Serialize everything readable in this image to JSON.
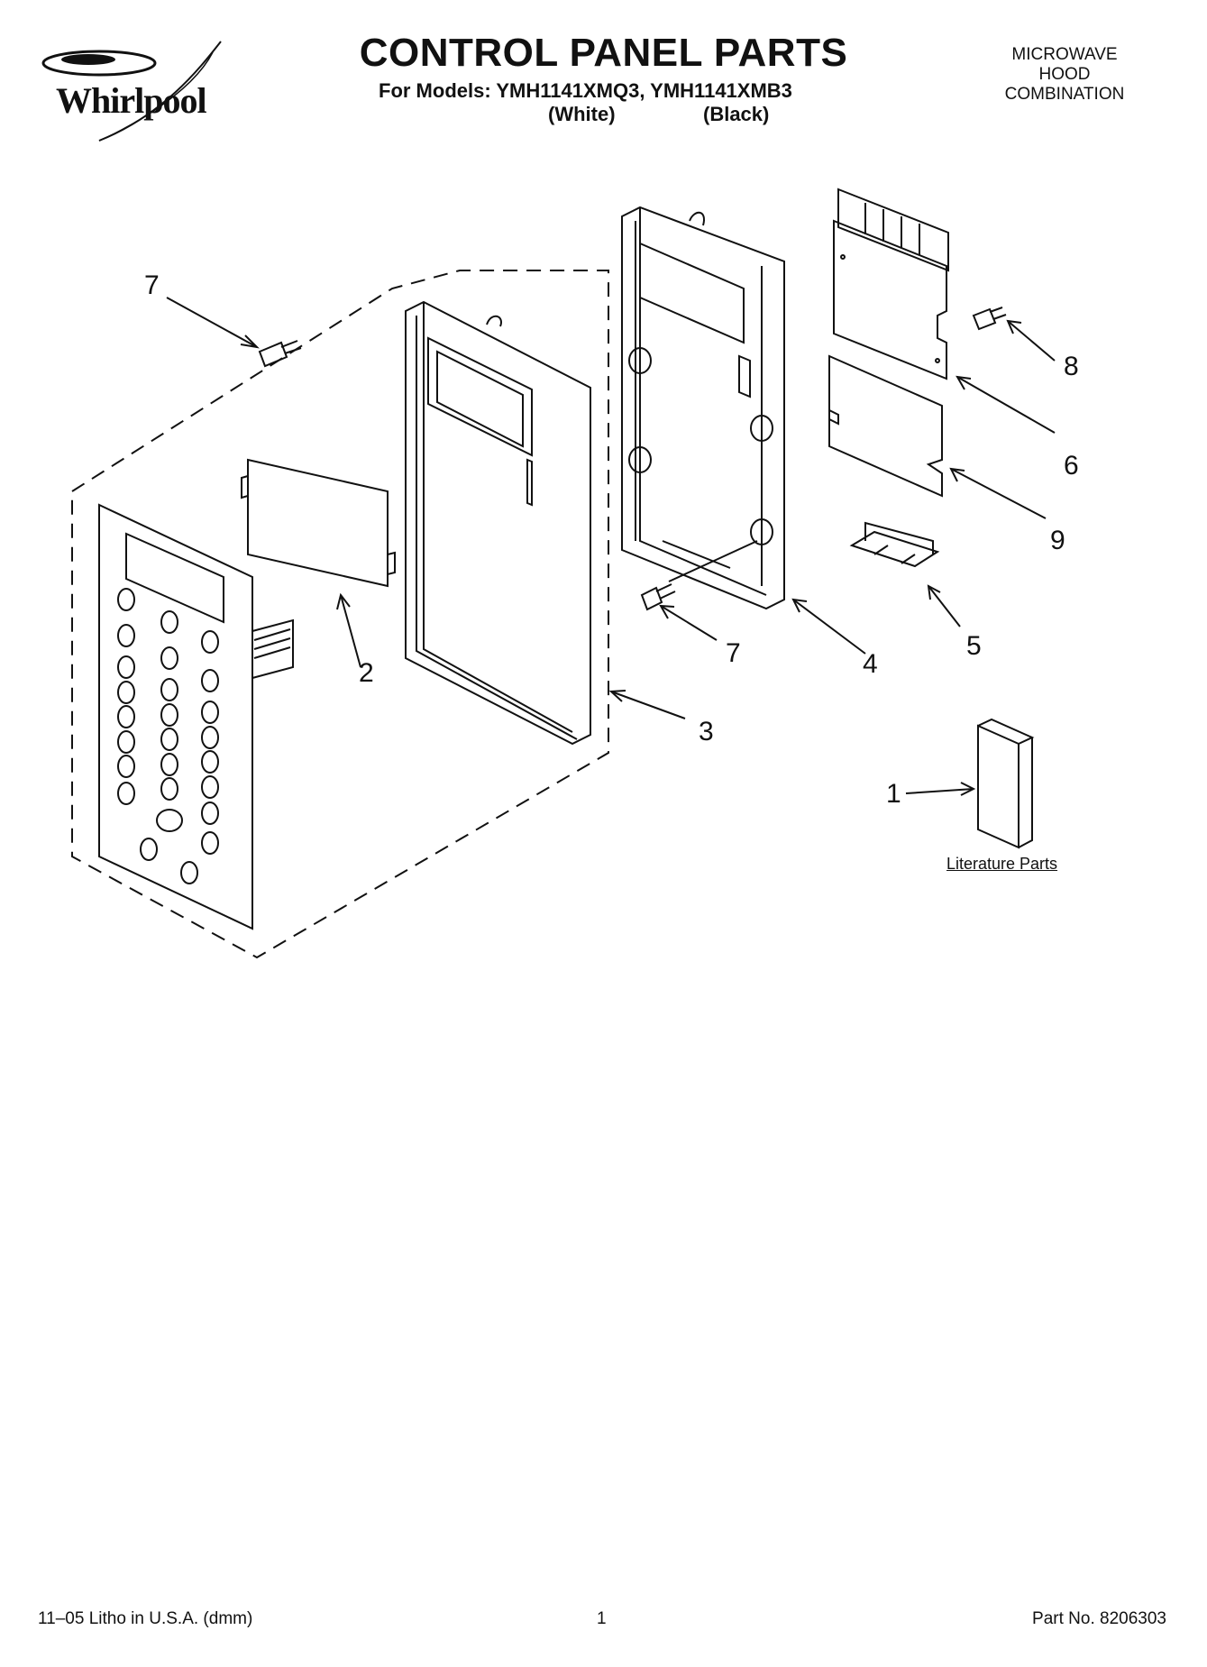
{
  "brand": "Whirlpool",
  "title": "CONTROL PANEL PARTS",
  "models_line": "For Models: YMH1141XMQ3, YMH1141XMB3",
  "variants": [
    "(White)",
    "(Black)"
  ],
  "category": [
    "MICROWAVE",
    "HOOD",
    "COMBINATION"
  ],
  "callouts": [
    "7",
    "2",
    "3",
    "7",
    "4",
    "5",
    "8",
    "6",
    "9",
    "1"
  ],
  "literature_label": "Literature Parts",
  "footer": {
    "left": "11–05 Litho in U.S.A. (dmm)",
    "page": "1",
    "part_no": "Part No. 8206303"
  }
}
